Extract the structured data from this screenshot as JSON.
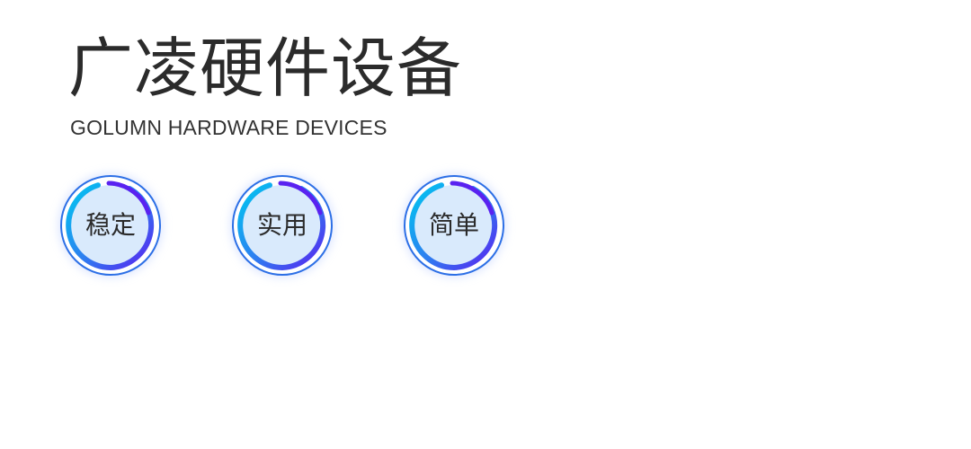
{
  "header": {
    "title": "广凌硬件设备",
    "subtitle": "GOLUMN HARDWARE DEVICES"
  },
  "features": [
    {
      "label": "稳定"
    },
    {
      "label": "实用"
    },
    {
      "label": "简单"
    }
  ],
  "colors": {
    "title": "#2b2b2b",
    "ring_start": "#00c8f0",
    "ring_end": "#5a22f0",
    "inner_fill": "#d9eafc",
    "outer_ring": "#2c6fe6",
    "glow": "#9bb8ff"
  }
}
